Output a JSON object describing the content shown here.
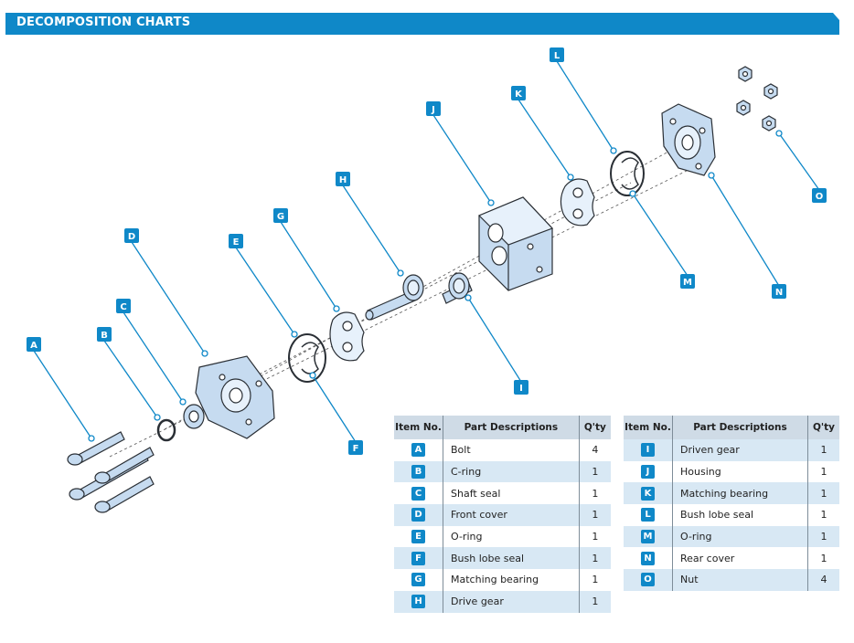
{
  "header": {
    "title": "DECOMPOSITION CHARTS",
    "color": "#0f88c8"
  },
  "callouts": [
    "A",
    "B",
    "C",
    "D",
    "E",
    "F",
    "G",
    "H",
    "I",
    "J",
    "K",
    "L",
    "M",
    "N",
    "O"
  ],
  "table_headers": {
    "item_no": "Item No.",
    "description": "Part Descriptions",
    "qty": "Q'ty"
  },
  "parts_left": [
    {
      "item": "A",
      "description": "Bolt",
      "qty": "4"
    },
    {
      "item": "B",
      "description": "C-ring",
      "qty": "1"
    },
    {
      "item": "C",
      "description": "Shaft seal",
      "qty": "1"
    },
    {
      "item": "D",
      "description": "Front cover",
      "qty": "1"
    },
    {
      "item": "E",
      "description": "O-ring",
      "qty": "1"
    },
    {
      "item": "F",
      "description": "Bush lobe seal",
      "qty": "1"
    },
    {
      "item": "G",
      "description": "Matching bearing",
      "qty": "1"
    },
    {
      "item": "H",
      "description": "Drive gear",
      "qty": "1"
    }
  ],
  "parts_right": [
    {
      "item": "I",
      "description": "Driven gear",
      "qty": "1"
    },
    {
      "item": "J",
      "description": "Housing",
      "qty": "1"
    },
    {
      "item": "K",
      "description": "Matching bearing",
      "qty": "1"
    },
    {
      "item": "L",
      "description": "Bush lobe seal",
      "qty": "1"
    },
    {
      "item": "M",
      "description": "O-ring",
      "qty": "1"
    },
    {
      "item": "N",
      "description": "Rear cover",
      "qty": "1"
    },
    {
      "item": "O",
      "description": "Nut",
      "qty": "4"
    }
  ],
  "colors": {
    "accent": "#0f88c8",
    "part_fill": "#c6dbf0",
    "part_stroke": "#2a2f35",
    "row_alt": "#d8e8f4",
    "header_row": "#cfdbe6"
  }
}
